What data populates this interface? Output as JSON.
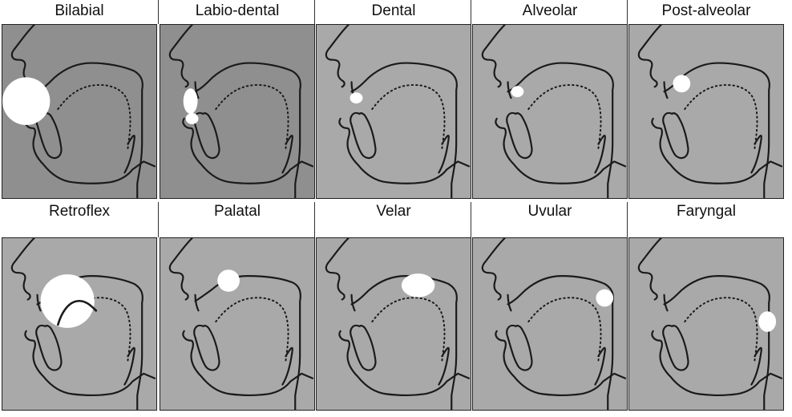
{
  "colors": {
    "panel_dark": "#8f8f8f",
    "panel_light": "#a9a9a9",
    "outline": "#1a1a1a",
    "highlight": "#ffffff"
  },
  "rows": [
    {
      "panels": [
        {
          "id": "bilabial",
          "label": "Bilabial",
          "shade": "dark",
          "place": "lips",
          "hl_size": "large"
        },
        {
          "id": "labio-dental",
          "label": "Labio-dental",
          "shade": "dark",
          "place": "lip-teeth",
          "hl_size": "medium"
        },
        {
          "id": "dental",
          "label": "Dental",
          "shade": "light",
          "place": "teeth",
          "hl_size": "small"
        },
        {
          "id": "alveolar",
          "label": "Alveolar",
          "shade": "light",
          "place": "alveolar-ridge",
          "hl_size": "small"
        },
        {
          "id": "post-alveolar",
          "label": "Post-alveolar",
          "shade": "light",
          "place": "post-alveolar",
          "hl_size": "small"
        }
      ]
    },
    {
      "panels": [
        {
          "id": "retroflex",
          "label": "Retroflex",
          "shade": "light",
          "place": "retroflex",
          "hl_size": "large"
        },
        {
          "id": "palatal",
          "label": "Palatal",
          "shade": "light",
          "place": "hard-palate",
          "hl_size": "small"
        },
        {
          "id": "velar",
          "label": "Velar",
          "shade": "light",
          "place": "soft-palate",
          "hl_size": "medium"
        },
        {
          "id": "uvular",
          "label": "Uvular",
          "shade": "light",
          "place": "uvula",
          "hl_size": "small"
        },
        {
          "id": "faryngal",
          "label": "Faryngal",
          "shade": "light",
          "place": "pharynx",
          "hl_size": "small"
        }
      ]
    }
  ]
}
